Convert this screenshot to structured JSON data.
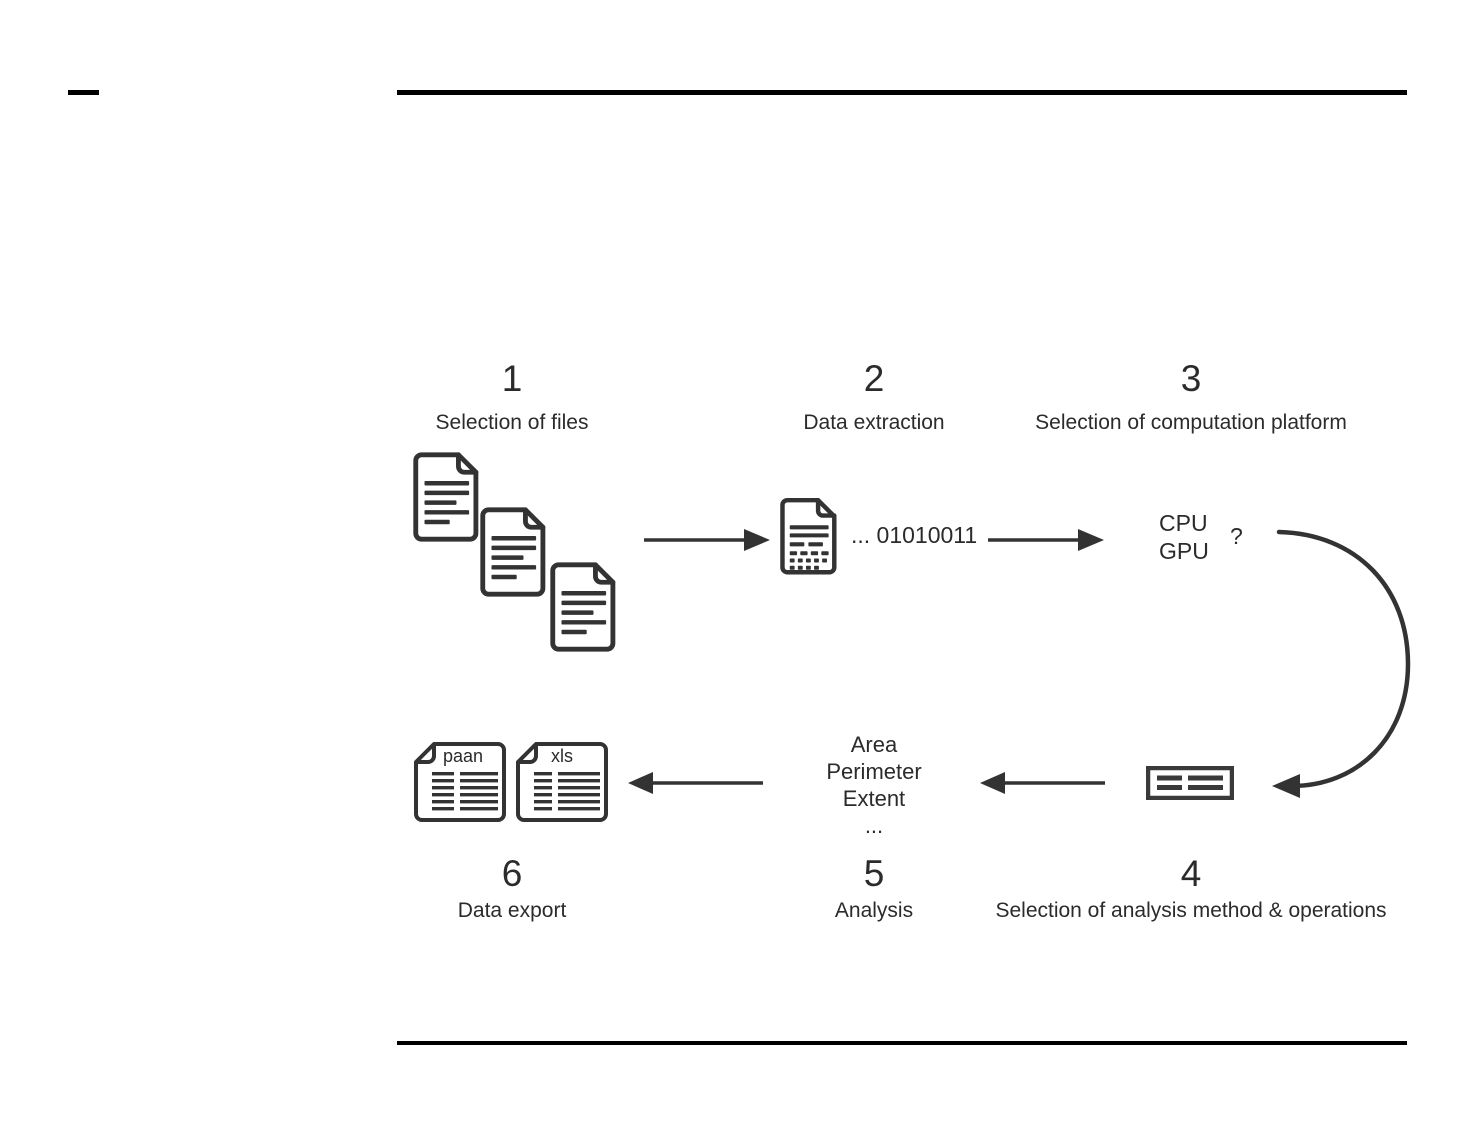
{
  "page": {
    "background_color": "#ffffff",
    "ink_color": "#2e2e2e",
    "rule_color": "#000000"
  },
  "diagram": {
    "title_hidden": "",
    "steps": [
      {
        "number": "1",
        "label": "Selection of files",
        "icon": "three-documents-icon"
      },
      {
        "number": "2",
        "label": "Data extraction",
        "icon": "document-binary-icon",
        "value": "... 01010011"
      },
      {
        "number": "3",
        "label": "Selection of computation platform",
        "icon": "cpu-gpu-choice",
        "options": [
          "CPU",
          "GPU"
        ],
        "question_mark": "?"
      },
      {
        "number": "4",
        "label": "Selection of analysis method & operations",
        "icon": "operations-bar-icon"
      },
      {
        "number": "5",
        "label": "Analysis",
        "icon": "metrics-list",
        "metrics": [
          "Area",
          "Perimeter",
          "Extent",
          "..."
        ]
      },
      {
        "number": "6",
        "label": "Data export",
        "icon": "two-export-files-icon",
        "files": [
          "paan",
          "xls"
        ]
      }
    ],
    "arrows": [
      {
        "name": "arrow-files-to-extraction",
        "direction": "right"
      },
      {
        "name": "arrow-extraction-to-platform",
        "direction": "right"
      },
      {
        "name": "arrow-platform-to-operations",
        "direction": "curved-down-left"
      },
      {
        "name": "arrow-operations-to-analysis",
        "direction": "left"
      },
      {
        "name": "arrow-analysis-to-export",
        "direction": "left"
      }
    ]
  }
}
